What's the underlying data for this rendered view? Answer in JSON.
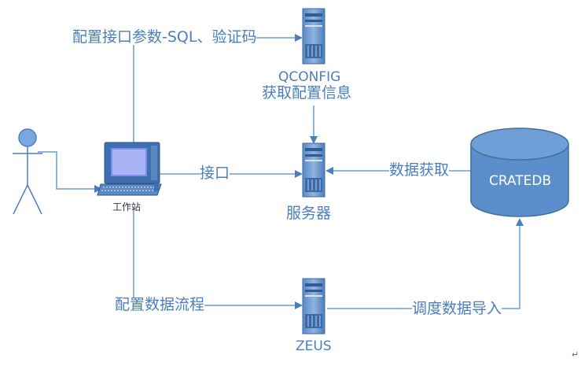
{
  "labels": {
    "config_interface": "配置接口参数-SQL、验证码",
    "qconfig": "QCONFIG",
    "get_config": "获取配置信息",
    "interface": "接口",
    "server": "服务器",
    "data_fetch": "数据获取",
    "cratedb": "CRATEDB",
    "workstation": "工作站",
    "config_flow": "配置数据流程",
    "zeus": "ZEUS",
    "schedule_import": "调度数据导入"
  },
  "colors": {
    "line": "#6a9fd3",
    "arrow": "#4a7fbd",
    "server_body": "#6f9bd1",
    "server_dark": "#4f7db8",
    "db_fill": "#5b8fcb",
    "db_stroke": "#41719c",
    "text": "#4a7fbd"
  }
}
